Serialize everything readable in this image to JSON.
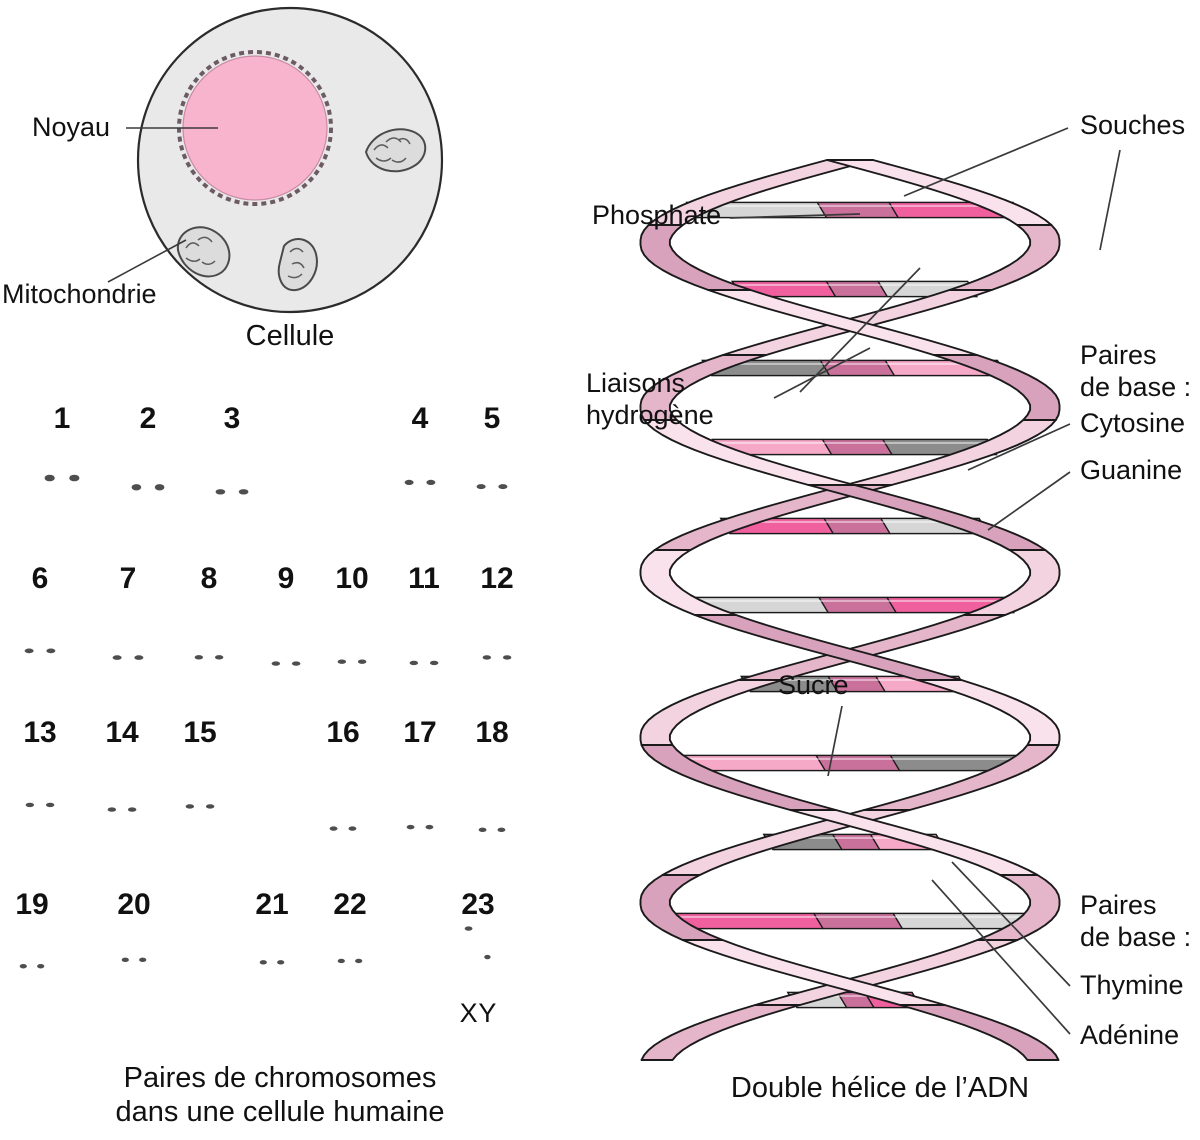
{
  "figure": {
    "language": "fr",
    "title_cell_panel": "Cellule",
    "title_karyotype_panel": "Paires de chromosomes\ndans une cellule humaine",
    "title_dna_panel": "Double hélice de l’ADN"
  },
  "cell_panel": {
    "caption": "Cellule",
    "labels": {
      "nucleus": "Noyau",
      "mitochondrion": "Mitochondrie"
    },
    "colors": {
      "cytoplasm": "#e9e9e9",
      "nucleus": "#f9b4cd",
      "outline": "#2b2b2b",
      "organelle_fill": "#d8d8d8"
    },
    "mitochondria_count": 3
  },
  "karyotype_panel": {
    "caption_line1": "Paires de chromosomes",
    "caption_line2": "dans une cellule humaine",
    "sex_labels": [
      "X",
      "Y"
    ],
    "colors": {
      "chromosome_fill": "#f6c3d4",
      "chromosome_edge": "#5a5a5a"
    },
    "rows": [
      {
        "row_index": 1,
        "pairs": [
          {
            "number": "1",
            "height": 150,
            "centromere": 0.42,
            "width": 17
          },
          {
            "number": "2",
            "height": 144,
            "centromere": 0.46,
            "width": 16
          },
          {
            "number": "3",
            "height": 122,
            "centromere": 0.4,
            "width": 16
          },
          {
            "number": "4",
            "height": 118,
            "centromere": 0.3,
            "width": 15
          },
          {
            "number": "5",
            "height": 112,
            "centromere": 0.3,
            "width": 15
          }
        ]
      },
      {
        "row_index": 2,
        "pairs": [
          {
            "number": "6",
            "height": 108,
            "centromere": 0.36,
            "width": 15
          },
          {
            "number": "7",
            "height": 104,
            "centromere": 0.4,
            "width": 15
          },
          {
            "number": "8",
            "height": 98,
            "centromere": 0.36,
            "width": 14
          },
          {
            "number": "9",
            "height": 94,
            "centromere": 0.4,
            "width": 14
          },
          {
            "number": "10",
            "height": 94,
            "centromere": 0.38,
            "width": 14
          },
          {
            "number": "11",
            "height": 92,
            "centromere": 0.38,
            "width": 14
          },
          {
            "number": "12",
            "height": 92,
            "centromere": 0.32,
            "width": 14
          }
        ]
      },
      {
        "row_index": 3,
        "pairs": [
          {
            "number": "13",
            "height": 86,
            "centromere": 0.22,
            "width": 14
          },
          {
            "number": "14",
            "height": 80,
            "centromere": 0.22,
            "width": 14
          },
          {
            "number": "15",
            "height": 84,
            "centromere": 0.22,
            "width": 14
          },
          {
            "number": "16",
            "height": 70,
            "centromere": 0.38,
            "width": 13
          },
          {
            "number": "17",
            "height": 66,
            "centromere": 0.32,
            "width": 13
          },
          {
            "number": "18",
            "height": 62,
            "centromere": 0.32,
            "width": 13
          }
        ]
      },
      {
        "row_index": 4,
        "pairs": [
          {
            "number": "19",
            "height": 44,
            "centromere": 0.46,
            "width": 12
          },
          {
            "number": "20",
            "height": 52,
            "centromere": 0.42,
            "width": 12
          },
          {
            "number": "21",
            "height": 42,
            "centromere": 0.34,
            "width": 12
          },
          {
            "number": "22",
            "height": 44,
            "centromere": 0.34,
            "width": 12
          },
          {
            "number": "23",
            "height": 96,
            "centromere": 0.36,
            "width": 13,
            "sex_pair": true
          }
        ]
      }
    ]
  },
  "dna_panel": {
    "caption": "Double hélice de l’ADN",
    "labels": {
      "strands": "Souches",
      "phosphate": "Phosphate",
      "hydrogen_bonds_line1": "Liaisons",
      "hydrogen_bonds_line2": "hydrogène",
      "sugar": "Sucre",
      "base_pairs_top_line1": "Paires",
      "base_pairs_top_line2": "de base :",
      "base_cytosine": "Cytosine",
      "base_guanine": "Guanine",
      "base_pairs_bottom_line1": "Paires",
      "base_pairs_bottom_line2": "de base :",
      "base_thymine": "Thymine",
      "base_adenine": "Adénine"
    },
    "colors": {
      "backbone_light": "#fae2ec",
      "backbone_mid": "#e5b6ca",
      "backbone_dark": "#d9a2bc",
      "base_magenta": "#f0609f",
      "base_rose": "#f6a9c6",
      "base_mauve": "#c9709b",
      "base_gray_light": "#d6d6d6",
      "base_gray_dark": "#8c8c8c",
      "outline": "#1a1a1a"
    },
    "rung_count": 10,
    "rungs": [
      {
        "index": 1,
        "segments": [
          "gray_light",
          "mauve",
          "magenta"
        ]
      },
      {
        "index": 2,
        "segments": [
          "magenta",
          "mauve",
          "gray_light"
        ]
      },
      {
        "index": 3,
        "segments": [
          "gray_dark",
          "mauve",
          "rose"
        ]
      },
      {
        "index": 4,
        "segments": [
          "rose",
          "mauve",
          "gray_dark"
        ]
      },
      {
        "index": 5,
        "segments": [
          "magenta",
          "mauve",
          "gray_light"
        ]
      },
      {
        "index": 6,
        "segments": [
          "gray_light",
          "mauve",
          "magenta"
        ]
      },
      {
        "index": 7,
        "segments": [
          "gray_dark",
          "mauve",
          "rose"
        ]
      },
      {
        "index": 8,
        "segments": [
          "rose",
          "mauve",
          "gray_dark"
        ]
      },
      {
        "index": 9,
        "segments": [
          "gray_dark",
          "mauve",
          "rose"
        ]
      },
      {
        "index": 10,
        "segments": [
          "magenta",
          "mauve",
          "gray_light"
        ]
      },
      {
        "index": 11,
        "segments": [
          "gray_light",
          "mauve",
          "magenta"
        ]
      }
    ]
  }
}
